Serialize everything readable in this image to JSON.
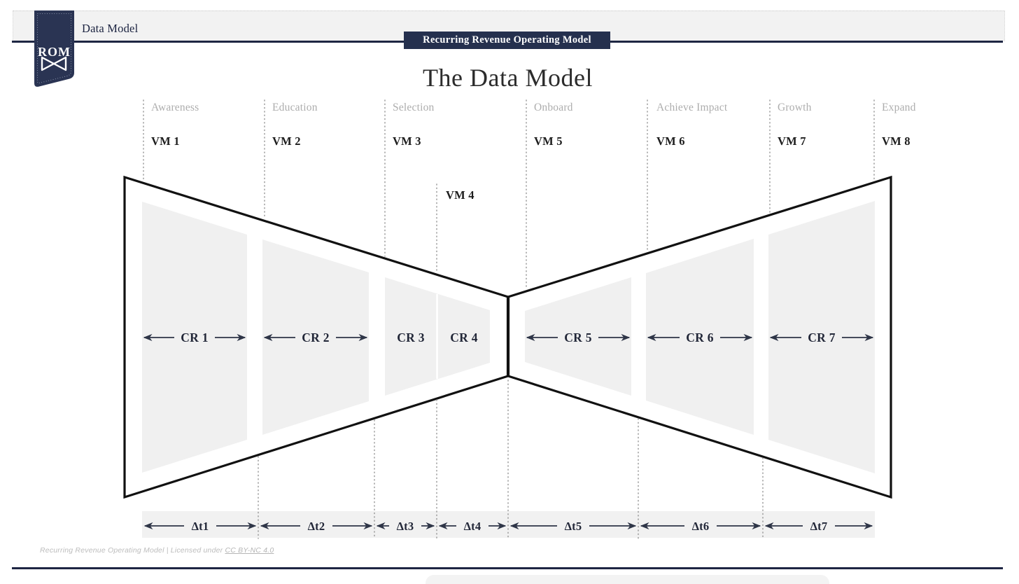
{
  "colors": {
    "navy_brand": "#25304e",
    "navy_rule": "#1e2643",
    "funnel_stroke": "#111111",
    "panel_gray": "#f0f0f0",
    "band_gray": "#f1f1f1",
    "stage_label_gray": "#adadad",
    "arrow_dark": "#2e3547"
  },
  "header": {
    "page_label": "Data Model",
    "ribbon_text": "ROM",
    "badge_label": "Recurring Revenue Operating Model"
  },
  "title": "The Data Model",
  "stages": [
    {
      "label": "Awareness",
      "vm_label": "VM 1"
    },
    {
      "label": "Education",
      "vm_label": "VM 2"
    },
    {
      "label": "Selection",
      "vm_label": "VM 3"
    },
    {
      "label": "Onboard",
      "vm_label": "VM 5"
    },
    {
      "label": "Achieve Impact",
      "vm_label": "VM 6"
    },
    {
      "label": "Growth",
      "vm_label": "VM 7"
    },
    {
      "label": "Expand",
      "vm_label": "VM 8"
    }
  ],
  "center_stage": {
    "vm_label": "VM 4"
  },
  "conversion_rates": [
    "CR 1",
    "CR 2",
    "CR 3",
    "CR 4",
    "CR 5",
    "CR 6",
    "CR 7"
  ],
  "time_deltas": [
    "Δt1",
    "Δt2",
    "Δt3",
    "Δt4",
    "Δt5",
    "Δt6",
    "Δt7"
  ],
  "footer": {
    "license_text": "Recurring Revenue Operating Model | Licensed under ",
    "license_link_label": "CC BY-NC 4.0"
  }
}
